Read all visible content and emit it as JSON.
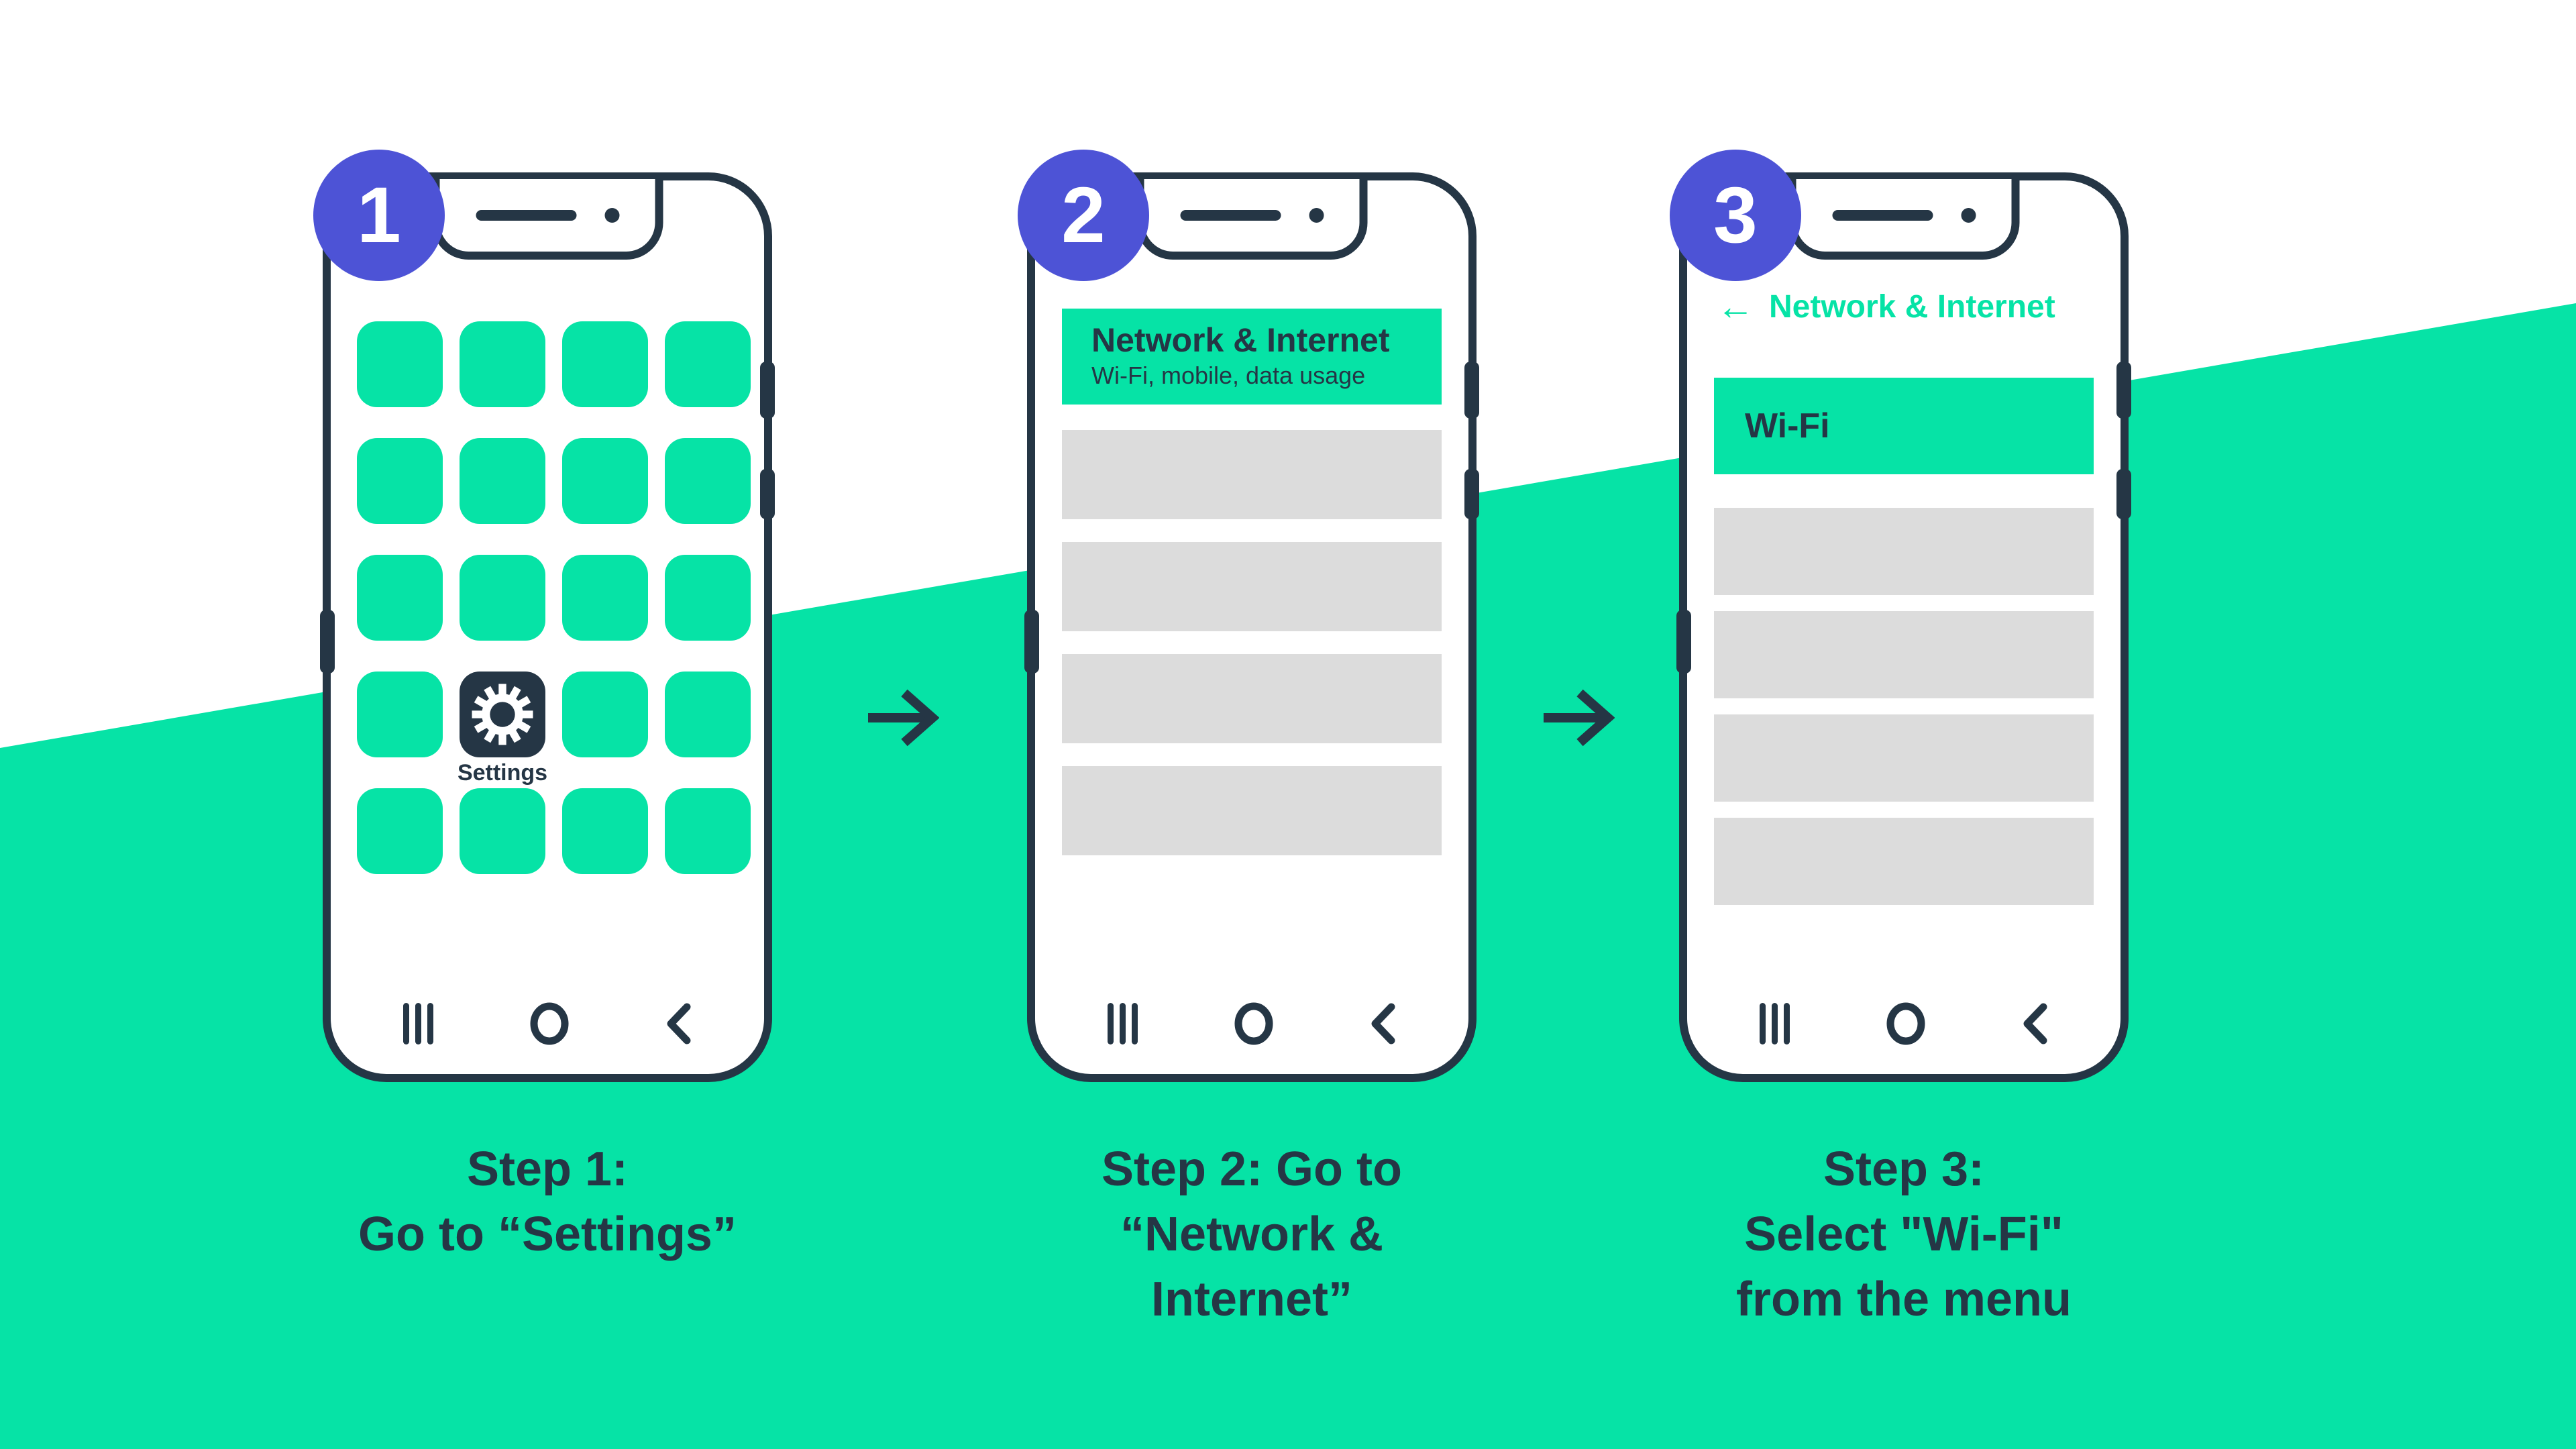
{
  "colors": {
    "green": "#06E3A6",
    "navy": "#253645",
    "purple": "#4D53D6",
    "gray": "#DCDCDC",
    "white": "#FFFFFF"
  },
  "steps": [
    {
      "badge": "1",
      "caption": [
        "Step 1:",
        "Go to “Settings”"
      ]
    },
    {
      "badge": "2",
      "caption": [
        "Step 2: Go to",
        "“Network &",
        "Internet”"
      ]
    },
    {
      "badge": "3",
      "caption": [
        "Step 3:",
        "Select \"Wi-Fi\"",
        "from the menu"
      ]
    }
  ],
  "phone1": {
    "app_grid": {
      "rows": 5,
      "cols": 4,
      "total_apps": 20,
      "settings_index": 13,
      "settings_label": "Settings"
    }
  },
  "phone2": {
    "menu_header": {
      "title": "Network & Internet",
      "subtitle": "Wi-Fi, mobile, data usage"
    },
    "placeholder_count": 4
  },
  "phone3": {
    "back_icon": "←",
    "screen_title": "Network & Internet",
    "selected_item": "Wi-Fi",
    "placeholder_count": 4
  }
}
